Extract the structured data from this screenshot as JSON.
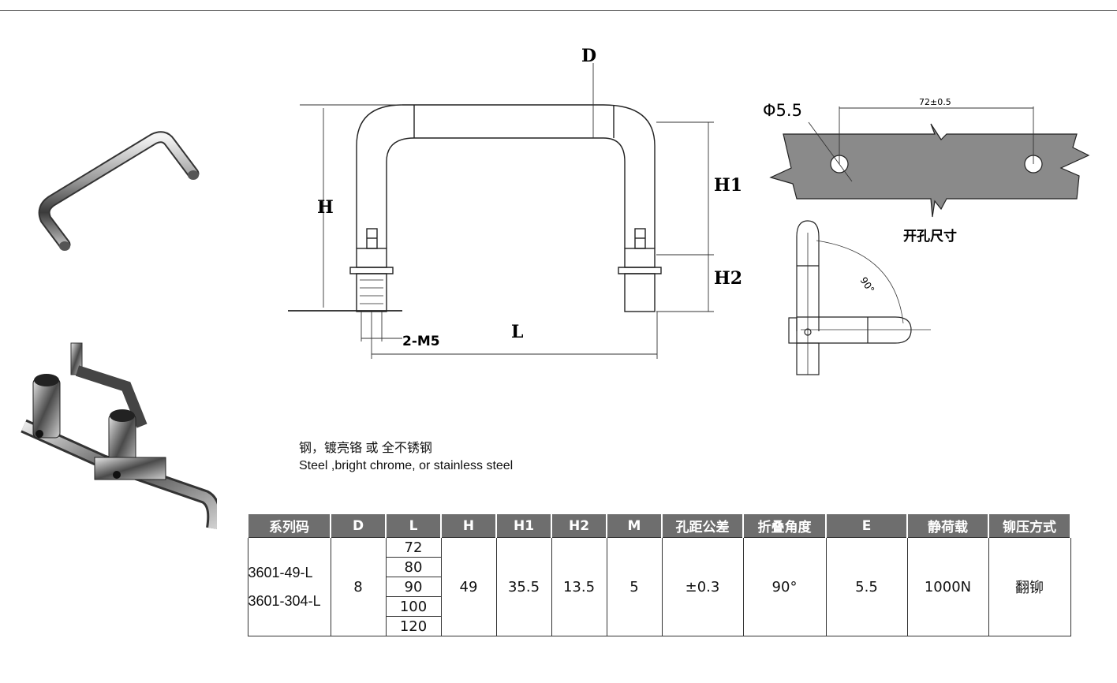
{
  "drawing": {
    "label_d": "D",
    "label_h": "H",
    "label_h1": "H1",
    "label_h2": "H2",
    "label_l": "L",
    "label_thread": "2-M5",
    "hole_label": "Φ5.5",
    "hole_spacing": "72±0.5",
    "hole_caption": "开孔尺寸",
    "fold_angle": "90°"
  },
  "material": {
    "zh": "钢，镀亮铬 或 全不锈钢",
    "en": "Steel ,bright chrome, or stainless steel"
  },
  "table": {
    "headers": [
      "系列码",
      "D",
      "L",
      "H",
      "H1",
      "H2",
      "M",
      "孔距公差",
      "折叠角度",
      "E",
      "静荷载",
      "铆压方式"
    ],
    "series": [
      "3601-49-L",
      "3601-304-L"
    ],
    "d": "8",
    "l_values": [
      "72",
      "80",
      "90",
      "100",
      "120"
    ],
    "h": "49",
    "h1": "35.5",
    "h2": "13.5",
    "m": "5",
    "tolerance": "±0.3",
    "angle": "90°",
    "e": "5.5",
    "load": "1000N",
    "rivet": "翻铆"
  },
  "colors": {
    "header_bg": "#6e6e6e",
    "plate": "#8a8a8a"
  }
}
